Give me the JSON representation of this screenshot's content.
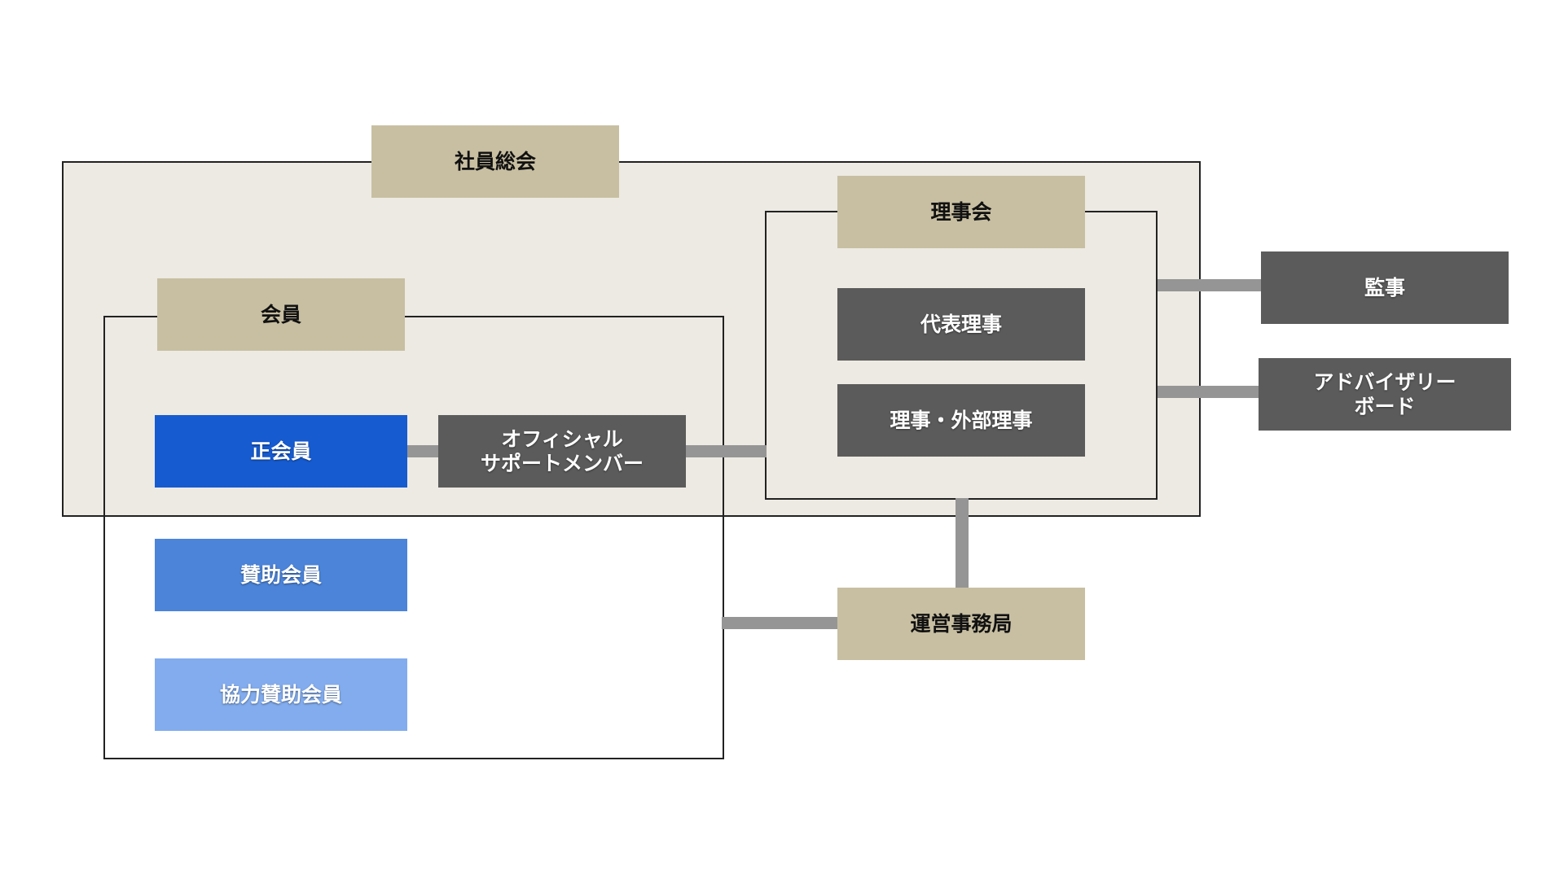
{
  "diagram": {
    "general_meeting": {
      "label": "社員総会"
    },
    "members": {
      "label": "会員",
      "regular": "正会員",
      "supporting": "賛助会員",
      "cooperative_supporting": "協力賛助会員"
    },
    "official_support": {
      "label": "オフィシャル\nサポートメンバー"
    },
    "board": {
      "label": "理事会",
      "representative": "代表理事",
      "directors": "理事・外部理事"
    },
    "auditor": {
      "label": "監事"
    },
    "advisory_board": {
      "label": "アドバイザリー\nボード"
    },
    "secretariat": {
      "label": "運営事務局"
    }
  },
  "colors": {
    "region_fill": "#edeae3",
    "frame_line": "#222222",
    "label_tan": "#c8bfa2",
    "dark_gray": "#5b5b5b",
    "connector_gray": "#959595",
    "regular_member_blue": "#165bd0",
    "supporting_member_blue": "#4b84d9",
    "cooperative_member_blue": "#82aced"
  }
}
